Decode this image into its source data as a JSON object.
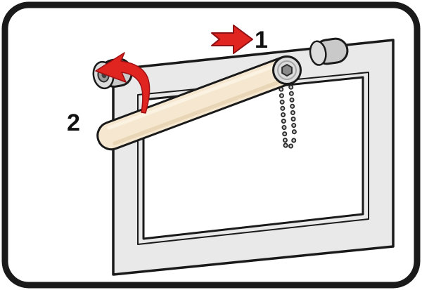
{
  "diagram": {
    "type": "instructional-diagram",
    "subject": "roller-blind-window-mounting",
    "components": [
      "window-frame",
      "roller-blind-tube",
      "left-bracket",
      "right-bracket",
      "bead-chain",
      "red-arrow-right",
      "red-curved-arrow"
    ],
    "steps": [
      {
        "label": "1",
        "marker": "red-arrow-right"
      },
      {
        "label": "2",
        "marker": "red-curved-arrow"
      }
    ],
    "colors": {
      "background": "#ffffff",
      "outline": "#1a1a1a",
      "arrow_red": "#e0241f",
      "window_frame": "#e9e9e9",
      "glass": "#ffffff",
      "roller_tube": "#f6e8d0",
      "roller_shade": "#e9d6b6",
      "roller_highlight": "#fbf2e2",
      "bracket": "#c9c9c9",
      "bracket_face": "#dcdcdc",
      "chain_dark": "#2f2f2f",
      "chain_light": "#cfcfcf",
      "label_text": "#111111"
    }
  }
}
